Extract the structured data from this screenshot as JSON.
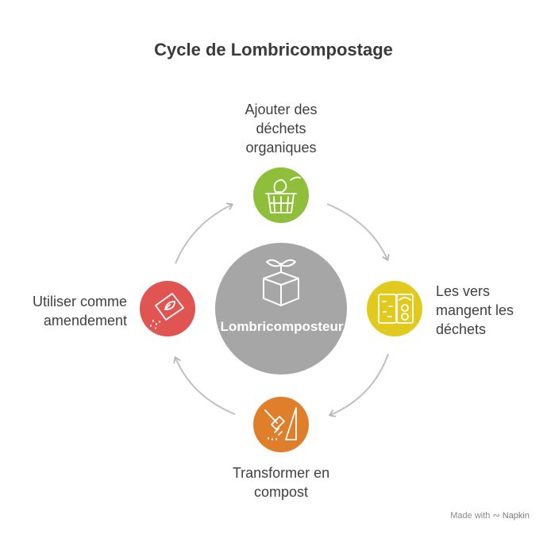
{
  "title": "Cycle de Lombricompostage",
  "center": {
    "label": "Lombricomposteur",
    "color": "#a6a6a6"
  },
  "steps": [
    {
      "label_lines": [
        "Ajouter des",
        "déchets",
        "organiques"
      ],
      "icon": "trash-bin-leaf-icon",
      "color": "#8fbf3a"
    },
    {
      "label_lines": [
        "Les vers",
        "mangent les",
        "déchets"
      ],
      "icon": "worm-bin-icon",
      "color": "#e2c91d"
    },
    {
      "label_lines": [
        "Transformer en",
        "compost"
      ],
      "icon": "rake-icon",
      "color": "#e07f2b"
    },
    {
      "label_lines": [
        "Utiliser comme",
        "amendement"
      ],
      "icon": "seed-packet-icon",
      "color": "#e05452"
    }
  ],
  "footer": {
    "prefix": "Made with",
    "brand": "Napkin"
  }
}
